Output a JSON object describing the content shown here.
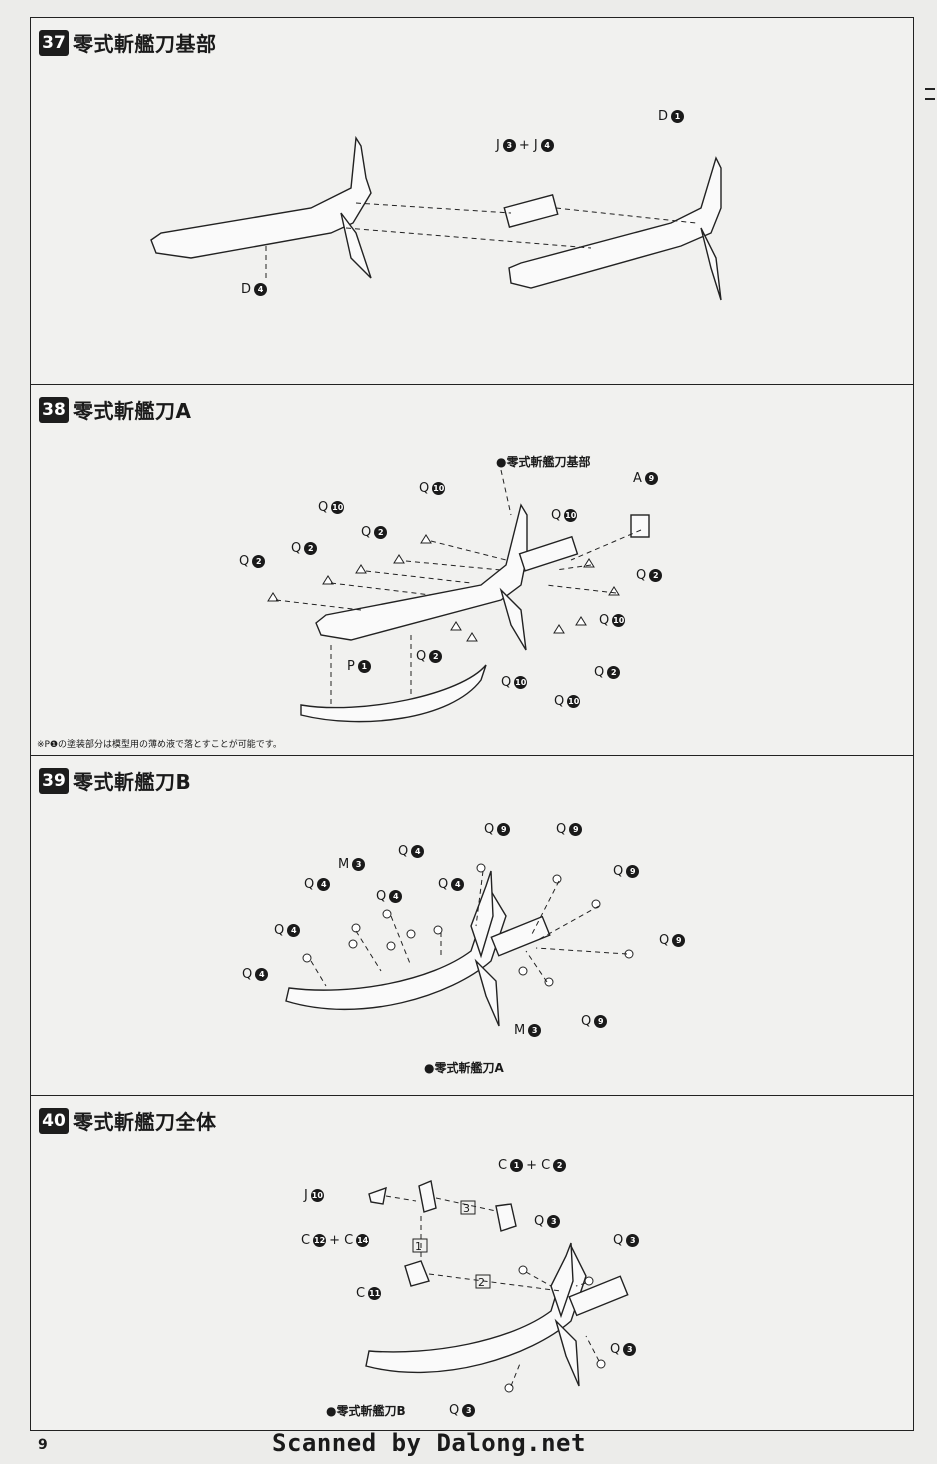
{
  "steps": [
    {
      "number": "37",
      "title": "零式斬艦刀基部",
      "labels": [
        {
          "t": "D",
          "n": "1"
        },
        {
          "t": "J",
          "n": "3",
          "plus": "+ J",
          "n2": "4"
        },
        {
          "t": "D",
          "n": "4"
        }
      ]
    },
    {
      "number": "38",
      "title": "零式斬艦刀A",
      "ref": "●零式斬艦刀基部",
      "labels": [
        {
          "t": "A",
          "n": "9"
        },
        {
          "t": "Q",
          "n": "10"
        },
        {
          "t": "Q",
          "n": "10"
        },
        {
          "t": "Q",
          "n": "2"
        },
        {
          "t": "Q",
          "n": "2"
        },
        {
          "t": "Q",
          "n": "2"
        },
        {
          "t": "Q",
          "n": "10"
        },
        {
          "t": "Q",
          "n": "2"
        },
        {
          "t": "Q",
          "n": "10"
        },
        {
          "t": "P",
          "n": "1"
        },
        {
          "t": "Q",
          "n": "2"
        },
        {
          "t": "Q",
          "n": "10"
        },
        {
          "t": "Q",
          "n": "2"
        },
        {
          "t": "Q",
          "n": "10"
        }
      ],
      "note": "※P❶の塗装部分は模型用の薄め液で落とすことが可能です。"
    },
    {
      "number": "39",
      "title": "零式斬艦刀B",
      "ref": "●零式斬艦刀A",
      "labels": [
        {
          "t": "Q",
          "n": "9"
        },
        {
          "t": "Q",
          "n": "9"
        },
        {
          "t": "M",
          "n": "3"
        },
        {
          "t": "Q",
          "n": "4"
        },
        {
          "t": "Q",
          "n": "9"
        },
        {
          "t": "Q",
          "n": "4"
        },
        {
          "t": "Q",
          "n": "4"
        },
        {
          "t": "Q",
          "n": "4"
        },
        {
          "t": "Q",
          "n": "4"
        },
        {
          "t": "Q",
          "n": "9"
        },
        {
          "t": "Q",
          "n": "4"
        },
        {
          "t": "M",
          "n": "3"
        },
        {
          "t": "Q",
          "n": "9"
        }
      ]
    },
    {
      "number": "40",
      "title": "零式斬艦刀全体",
      "ref": "●零式斬艦刀B",
      "labels": [
        {
          "t": "C",
          "n": "1",
          "plus": "+ C",
          "n2": "2"
        },
        {
          "t": "J",
          "n": "10"
        },
        {
          "t": "Q",
          "n": "3"
        },
        {
          "t": "C",
          "n": "12",
          "plus": "+ C",
          "n2": "14"
        },
        {
          "t": "Q",
          "n": "3"
        },
        {
          "t": "C",
          "n": "11"
        },
        {
          "t": "Q",
          "n": "3"
        },
        {
          "t": "Q",
          "n": "3"
        }
      ],
      "boxes": [
        "3",
        "1",
        "2"
      ]
    }
  ],
  "page_number": "9",
  "credit": "Scanned by Dalong.net"
}
